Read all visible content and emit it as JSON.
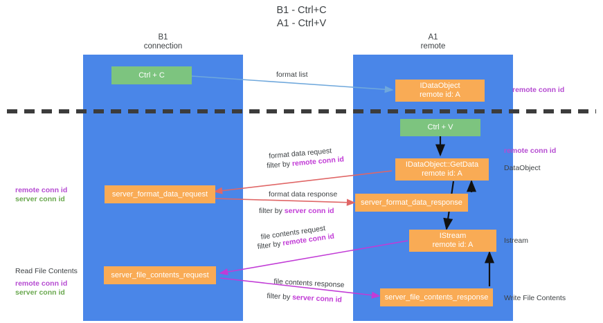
{
  "title": "B1 - Ctrl+C\nA1 - Ctrl+V",
  "columns": [
    {
      "name": "left-column",
      "header": "B1\nconnection",
      "color": "#4a86e8"
    },
    {
      "name": "right-column",
      "header": "A1\nremote",
      "color": "#4a86e8"
    }
  ],
  "nodes": [
    {
      "id": "ctrl-c",
      "label": "Ctrl + C",
      "color": "#7dc47f"
    },
    {
      "id": "idataobject",
      "label": "IDataObject\nremote id: A",
      "color": "#f9ab55"
    },
    {
      "id": "ctrl-v",
      "label": "Ctrl + V",
      "color": "#7dc47f"
    },
    {
      "id": "idataobject-getdata",
      "label": "IDataObject::GetData\nremote id: A",
      "color": "#f9ab55"
    },
    {
      "id": "server-format-data-request",
      "label": "server_format_data_request",
      "color": "#f9ab55"
    },
    {
      "id": "server-format-data-response",
      "label": "server_format_data_response",
      "color": "#f9ab55"
    },
    {
      "id": "istream",
      "label": "IStream\nremote id: A",
      "color": "#f9ab55"
    },
    {
      "id": "server-file-contents-request",
      "label": "server_file_contents_request",
      "color": "#f9ab55"
    },
    {
      "id": "server-file-contents-response",
      "label": "server_file_contents_response",
      "color": "#f9ab55"
    }
  ],
  "edge_labels": {
    "format_list": "format list",
    "format_data_request": "format data request",
    "format_data_request_filter_prefix": "filter by ",
    "format_data_request_filter_value": "remote conn id",
    "format_data_response": "format data response",
    "format_data_response_filter_prefix": "filter by ",
    "format_data_response_filter_value": "server conn id",
    "file_contents_request": "file contents request",
    "file_contents_request_filter_prefix": "filter by ",
    "file_contents_request_filter_value": "remote conn id",
    "file_contents_response": "file contents response",
    "file_contents_response_filter_prefix": "filter by ",
    "file_contents_response_filter_value": "server conn id"
  },
  "annotations": {
    "right_remote_conn_id_top": "remote conn id",
    "right_remote_conn_id_mid": "remote conn id",
    "right_dataobject": "DataObject",
    "right_istream": "Istream",
    "right_write_file_contents": "Write File Contents",
    "left_remote_conn_id": "remote conn id",
    "left_server_conn_id": "server conn id",
    "left_read_file_contents": "Read File Contents",
    "left_remote_conn_id_2": "remote conn id",
    "left_server_conn_id_2": "server conn id"
  },
  "colors": {
    "band": "#4a86e8",
    "green": "#7dc47f",
    "orange": "#f9ab55",
    "remote_conn": "#b54bd1",
    "server_conn": "#6aa84f",
    "arrow_blue": "#6fa8dc",
    "arrow_red": "#e06666",
    "arrow_magenta": "#c13bd6",
    "arrow_black": "#000000",
    "divider": "#3c3c3c"
  }
}
